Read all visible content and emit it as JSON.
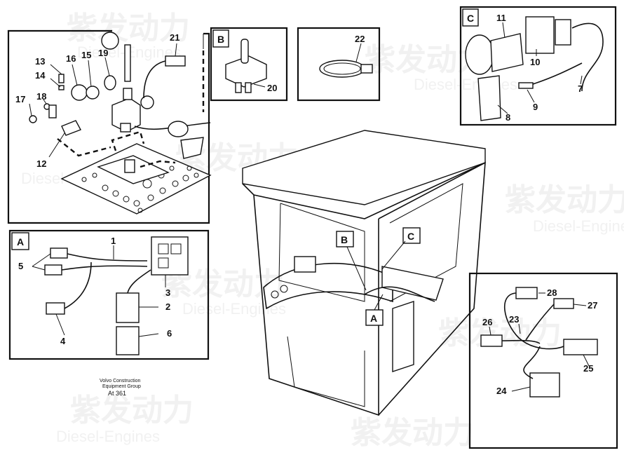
{
  "watermark": {
    "cn": "紫发动力",
    "en": "Diesel-Engines"
  },
  "caption": {
    "line1": "Volvo Construction",
    "line2": "Equipment Group",
    "ref": "At 361"
  },
  "box_labels": {
    "a": "A",
    "b": "B",
    "c": "C"
  },
  "cab_callouts": {
    "a": "A",
    "b": "B",
    "c": "C"
  },
  "parts": {
    "p1": "1",
    "p2": "2",
    "p3": "3",
    "p4": "4",
    "p5": "5",
    "p6": "6",
    "p7": "7",
    "p8": "8",
    "p9": "9",
    "p10": "10",
    "p11": "11",
    "p12": "12",
    "p13": "13",
    "p14": "14",
    "p15": "15",
    "p16": "16",
    "p17": "17",
    "p18": "18",
    "p19": "19",
    "p20": "20",
    "p21": "21",
    "p22": "22",
    "p23": "23",
    "p24": "24",
    "p25": "25",
    "p26": "26",
    "p27": "27",
    "p28": "28"
  }
}
